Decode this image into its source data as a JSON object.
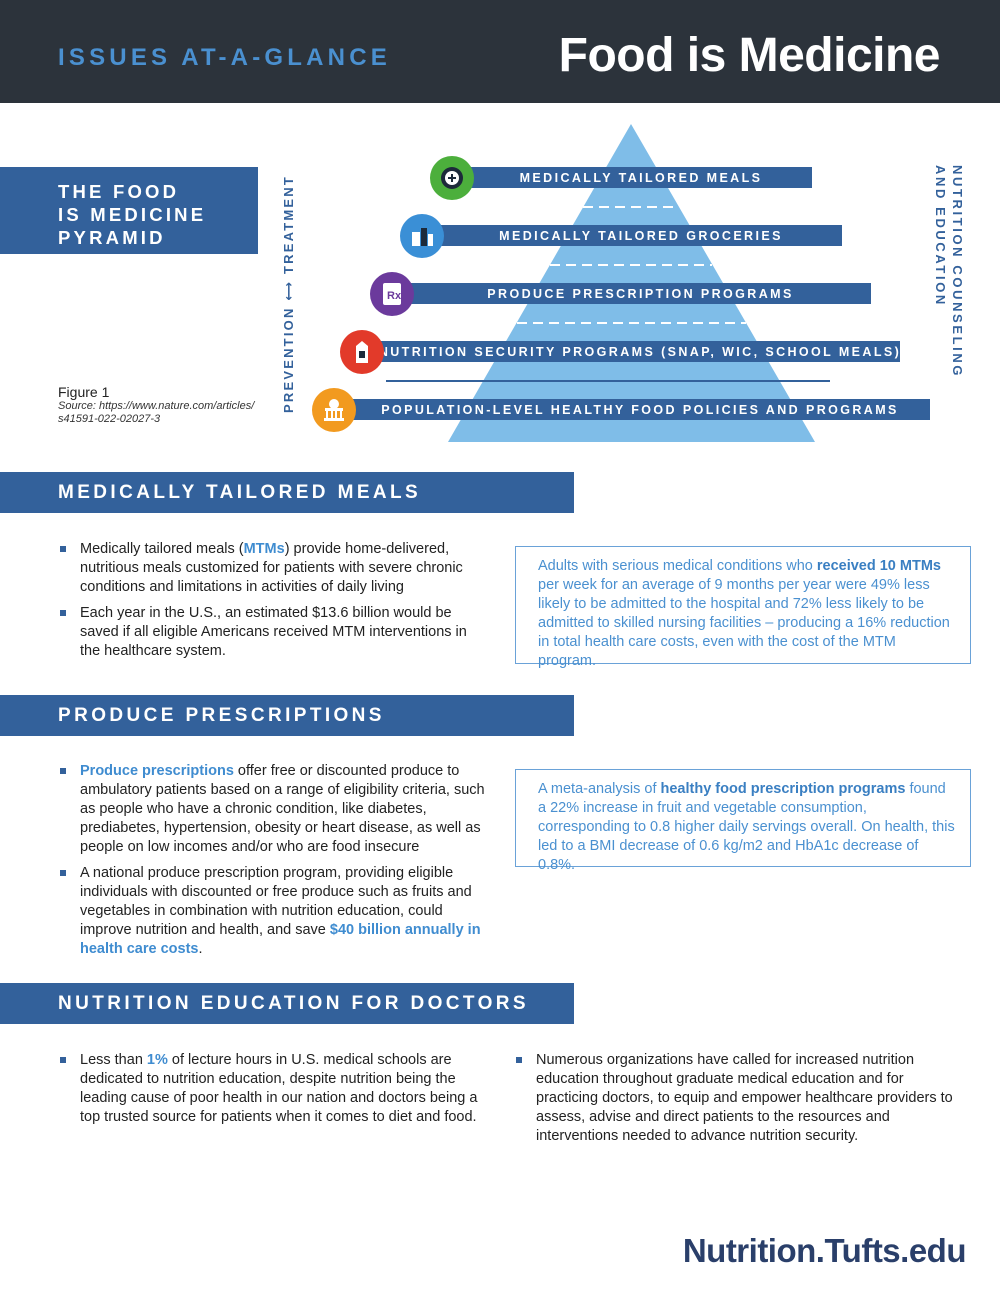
{
  "header": {
    "kicker": "ISSUES AT-A-GLANCE",
    "title": "Food is Medicine"
  },
  "pyramid": {
    "label": "THE FOOD\nIS MEDICINE\nPYRAMID",
    "left_axis": "PREVENTION ⟷ TREATMENT",
    "right_axis_line1": "NUTRITION COUNSELING",
    "right_axis_line2": "AND EDUCATION",
    "figure_title": "Figure 1",
    "figure_source": "Source: https://www.nature.com/articles/\ns41591-022-02027-3",
    "tiers": [
      {
        "label": "MEDICALLY TAILORED MEALS",
        "icon": "meal-plate-icon",
        "color": "#4caf3c"
      },
      {
        "label": "MEDICALLY TAILORED GROCERIES",
        "icon": "groceries-icon",
        "color": "#3a8fd6"
      },
      {
        "label": "PRODUCE PRESCRIPTION PROGRAMS",
        "icon": "prescription-icon",
        "color": "#6b3a9c"
      },
      {
        "label": "NUTRITION SECURITY PROGRAMS (SNAP, WIC, SCHOOL MEALS)",
        "icon": "milk-carton-icon",
        "color": "#e23a2a"
      },
      {
        "label": "POPULATION-LEVEL HEALTHY FOOD POLICIES AND PROGRAMS",
        "icon": "capitol-building-icon",
        "color": "#f29a1f"
      }
    ],
    "colors": {
      "pyramid": "#7fbde8",
      "bar": "#33619b"
    }
  },
  "sections": {
    "mtm": {
      "heading": "MEDICALLY TAILORED MEALS",
      "b1_pre": "Medically tailored meals (",
      "b1_hl": "MTMs",
      "b1_post": ") provide home-delivered, nutritious meals customized for patients with severe chronic conditions and limitations in activities of daily living",
      "b2": "Each year in the U.S., an estimated $13.6 billion would be saved if all eligible Americans received MTM interventions in the healthcare system.",
      "callout_pre": "Adults with serious medical conditions who ",
      "callout_hl": "received 10 MTMs",
      "callout_post": " per week for an average of 9 months per year were 49% less likely to be admitted to the hospital and 72% less likely to be admitted to skilled nursing facilities – producing a 16% reduction in total health care costs, even with the cost of the MTM program."
    },
    "produce": {
      "heading": "PRODUCE PRESCRIPTIONS",
      "b1_hl": "Produce prescriptions",
      "b1_post": " offer free or discounted produce to ambulatory patients based on a range of eligibility criteria, such as people who have a chronic condition, like diabetes, prediabetes, hypertension, obesity or heart disease, as well as people on low incomes and/or who are food insecure",
      "b2_pre": "A national produce prescription program, providing eligible individuals with discounted or free produce such as fruits and vegetables in combination with nutrition education, could improve nutrition and health, and save ",
      "b2_hl": "$40 billion annually in health care costs",
      "b2_post": ".",
      "callout_pre": "A meta-analysis of ",
      "callout_hl": "healthy food prescription programs",
      "callout_post": " found a 22% increase in fruit and vegetable consumption, corresponding to 0.8 higher daily servings overall. On health, this led to a BMI decrease of 0.6 kg/m2 and HbA1c decrease of 0.8%."
    },
    "education": {
      "heading": "NUTRITION EDUCATION FOR DOCTORS",
      "b1_pre": "Less than ",
      "b1_hl": "1%",
      "b1_post": " of lecture hours in U.S. medical schools are dedicated to nutrition education, despite nutrition being the leading cause of poor health in our nation and doctors being a top trusted source for patients when it comes to diet and food.",
      "b2": "Numerous organizations have called for increased nutrition education throughout graduate medical education and for practicing doctors, to equip and empower healthcare providers to assess, advise and direct patients to the resources and interventions needed to advance nutrition security."
    }
  },
  "footer": {
    "url": "Nutrition.Tufts.edu"
  }
}
